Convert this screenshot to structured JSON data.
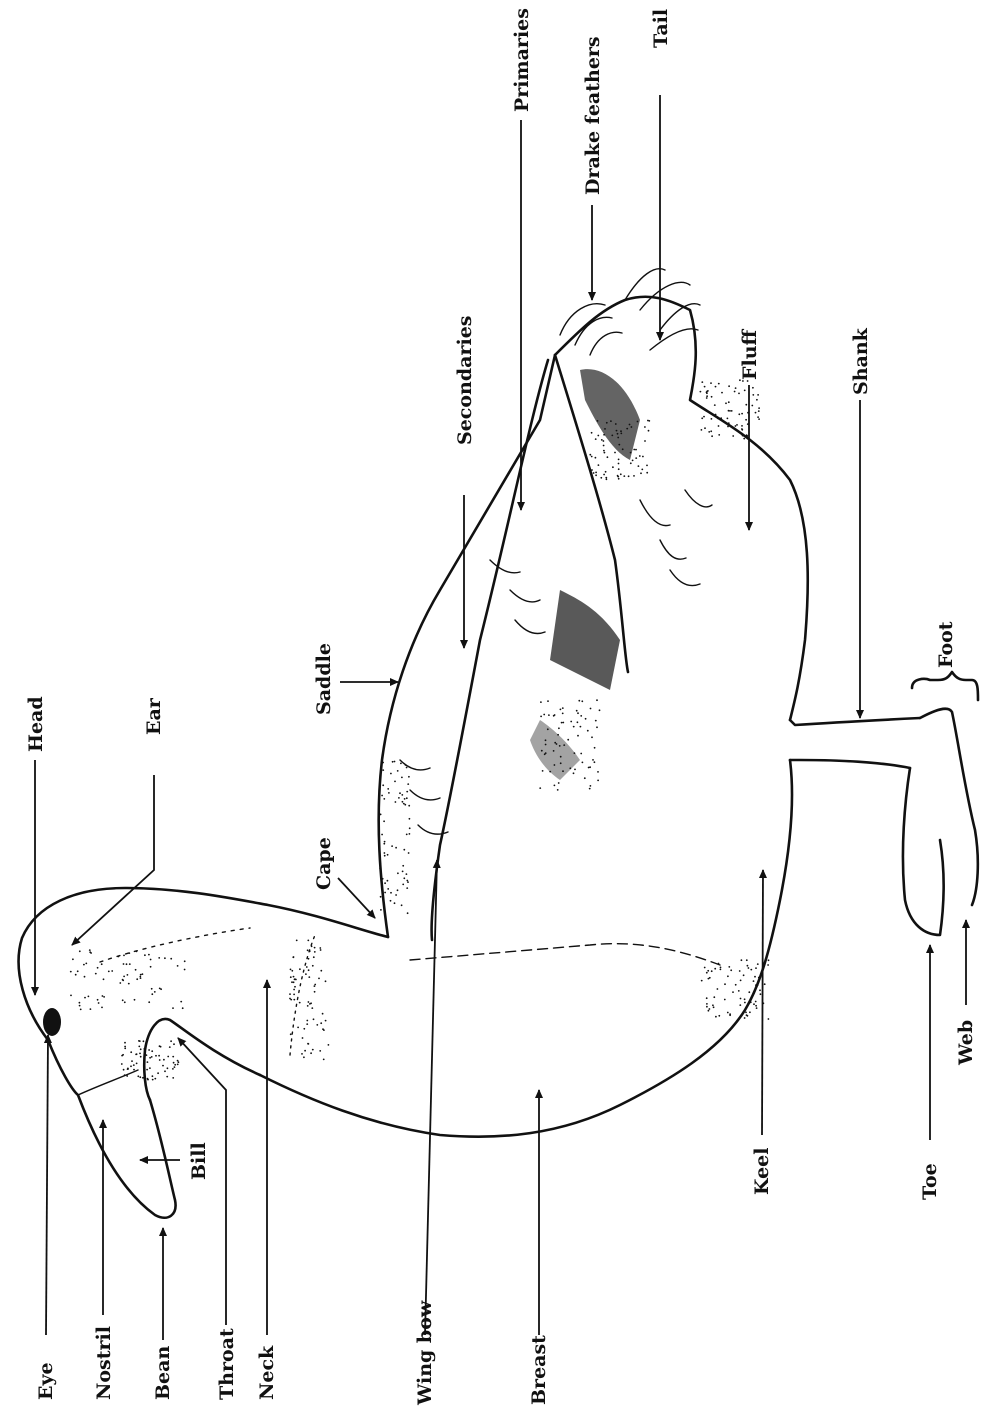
{
  "labels": {
    "eye": "Eye",
    "nostril": "Nostril",
    "bean": "Bean",
    "throat": "Throat",
    "neck": "Neck",
    "wing_bow": "Wing bow",
    "breast": "Breast",
    "keel": "Keel",
    "toe": "Toe",
    "web": "Web",
    "head": "Head",
    "ear": "Ear",
    "cape": "Cape",
    "saddle": "Saddle",
    "secondaries": "Secondaries",
    "primaries": "Primaries",
    "drake_feathers": "Drake feathers",
    "tail": "Tail",
    "fluff": "Fluff",
    "shank": "Shank",
    "foot": "Foot",
    "bill": "Bill"
  }
}
